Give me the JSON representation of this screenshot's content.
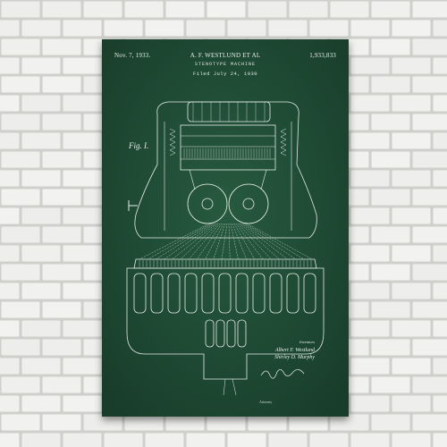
{
  "poster": {
    "date": "Nov. 7, 1933.",
    "inventors_header": "A. F. WESTLUND ET AL",
    "patent_number": "1,933,833",
    "title": "STENOTYPE MACHINE",
    "filed": "Filed July 24, 1930",
    "figure_label": "Fig. I.",
    "inventors_label": "Inventors",
    "inventor_1": "Albert F. Westlund",
    "inventor_2": "Shirley D. Murphy",
    "attorney": "Attorney"
  },
  "colors": {
    "chalkboard": "#1e4a33",
    "chalk": "#e9efe9",
    "brick": "#efefed"
  }
}
